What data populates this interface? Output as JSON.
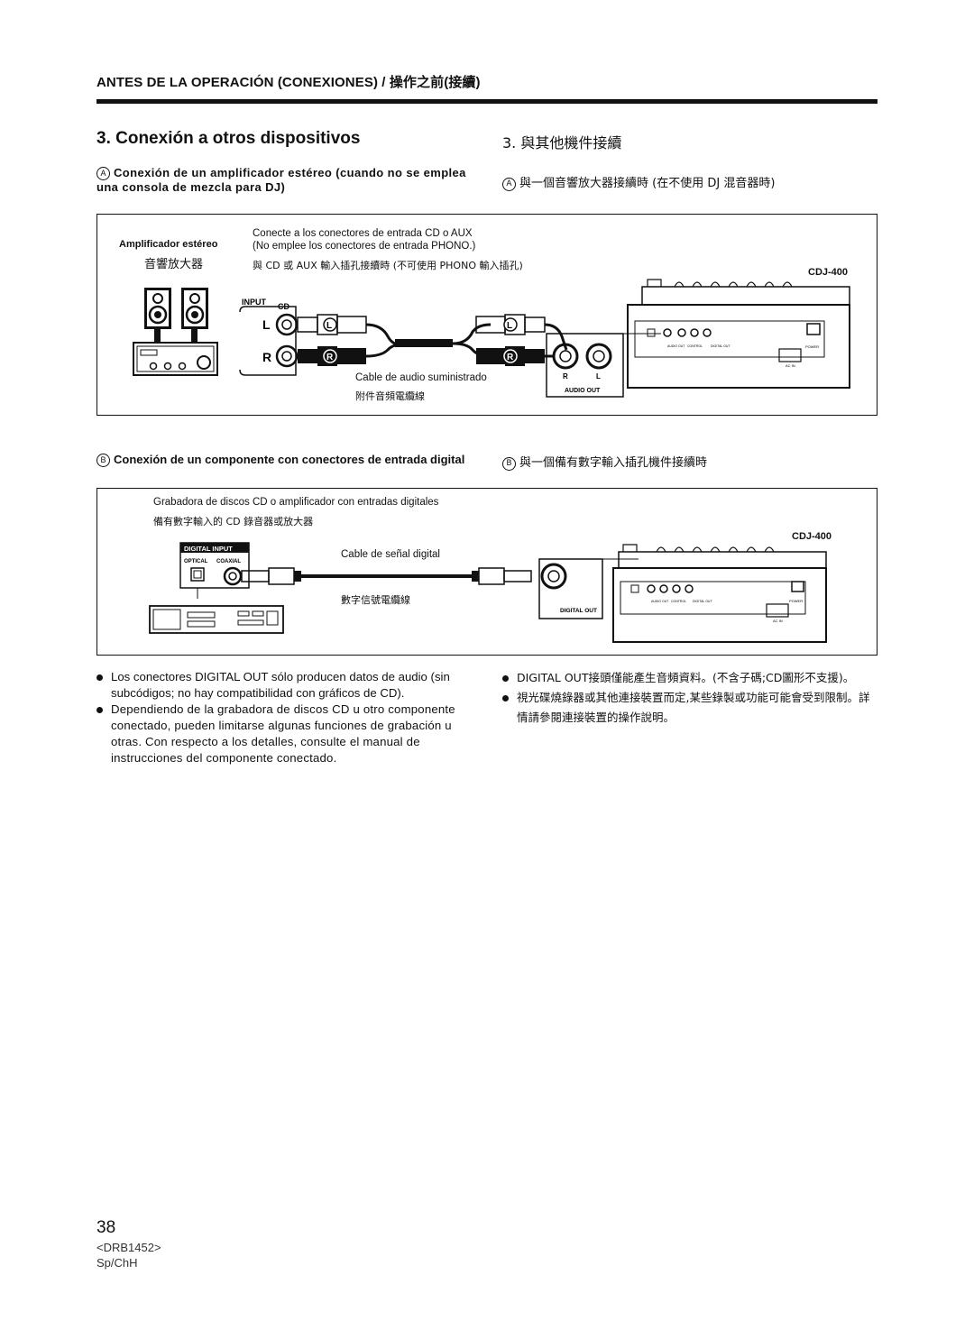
{
  "header": {
    "title": "ANTES DE LA OPERACIÓN (CONEXIONES) / 操作之前(接續)"
  },
  "section": {
    "title_es": "3.  Conexión a otros dispositivos",
    "title_zh": "3. 與其他機件接續"
  },
  "sub_a": {
    "marker": "A",
    "es": "Conexión de un amplificador estéreo (cuando no se emplea una consola de mezcla para DJ)",
    "zh": "與一個音響放大器接續時 (在不使用 DJ 混音器時)"
  },
  "diagram_a": {
    "amp_label_es": "Amplificador estéreo",
    "amp_label_zh": "音響放大器",
    "note_line1": "Conecte a los conectores de entrada CD o AUX",
    "note_line2": "(No emplee los conectores de entrada PHONO.)",
    "note_zh": "與 CD 或 AUX 輸入插孔接續時 (不可使用 PHONO 輸入插孔)",
    "device": "CDJ-400",
    "input_label": "INPUT",
    "cd_label": "CD",
    "l_label": "L",
    "r_label": "R",
    "cable_es": "Cable de audio suministrado",
    "cable_zh": "附件音頻電纜線",
    "audio_out": "AUDIO OUT",
    "out_r": "R",
    "out_l": "L",
    "panel_audio_out": "AUDIO OUT",
    "panel_control": "CONTROL",
    "panel_digital_out": "DIGITAL OUT",
    "panel_power": "POWER",
    "panel_acin": "AC IN"
  },
  "sub_b": {
    "marker": "B",
    "es": "Conexión de un componente con conectores de entrada digital",
    "zh": "與一個備有數字輸入插孔機件接續時"
  },
  "diagram_b": {
    "recorder_es": "Grabadora de discos CD o amplificador con entradas digitales",
    "recorder_zh": "備有數字輸入的 CD 錄音器或放大器",
    "device": "CDJ-400",
    "digital_input": "DIGITAL INPUT",
    "optical": "OPTICAL",
    "coaxial": "COAXIAL",
    "cable_es": "Cable de señal digital",
    "cable_zh": "數字信號電纜線",
    "digital_out": "DIGITAL OUT",
    "panel_audio_out": "AUDIO OUT",
    "panel_control": "CONTROL",
    "panel_digital_out": "DIGITAL OUT",
    "panel_power": "POWER",
    "panel_acin": "AC IN"
  },
  "notes_es": [
    "Los conectores DIGITAL OUT sólo producen datos de audio (sin subcódigos; no hay compatibilidad con gráficos de CD).",
    "Dependiendo de la grabadora de discos CD u otro componente conectado, pueden limitarse algunas funciones de grabación u otras. Con respecto a los detalles, consulte el manual de instrucciones del componente conectado."
  ],
  "notes_zh": [
    "DIGITAL OUT接頭僅能產生音頻資料。(不含子碼;CD圖形不支援)。",
    "視光碟燒錄器或其他連接裝置而定,某些錄製或功能可能會受到限制。詳情請參閱連接裝置的操作說明。"
  ],
  "footer": {
    "page_number": "38",
    "code": "<DRB1452>",
    "lang": "Sp/ChH"
  }
}
